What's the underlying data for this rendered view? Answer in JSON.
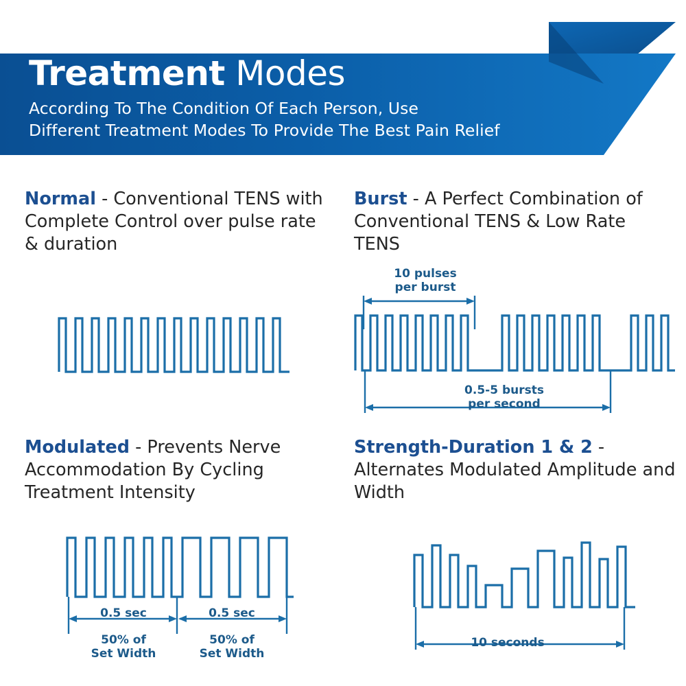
{
  "header": {
    "title_bold": "Treatment",
    "title_light": "Modes",
    "subtitle_line1": "According To The Condition Of Each Person, Use",
    "subtitle_line2": "Different Treatment Modes To Provide The Best Pain Relief",
    "accent_color": "#0c5fae",
    "accent_dark": "#0b4f91",
    "accent_light": "#1a78c8"
  },
  "modes": [
    {
      "name": "Normal",
      "description": " - Conventional TENS with Complete Control over pulse rate & duration",
      "wave_label": "normal-square-wave"
    },
    {
      "name": "Burst",
      "description": " - A Perfect Combination of Conventional TENS & Low Rate TENS",
      "wave_label": "burst-square-wave",
      "annotations": {
        "top_line1": "10 pulses",
        "top_line2": "per burst",
        "bottom_line1": "0.5-5 bursts",
        "bottom_line2": "per second"
      }
    },
    {
      "name": "Modulated",
      "description": " - Prevents Nerve Accommodation By Cycling Treatment Intensity",
      "wave_label": "modulated-square-wave",
      "annotations": {
        "left_time": "0.5 sec",
        "right_time": "0.5 sec",
        "left_line1": "50% of",
        "left_line2": "Set Width",
        "right_line1": "50% of",
        "right_line2": "Set Width"
      }
    },
    {
      "name": "Strength-Duration 1 & 2",
      "description": " - Alternates Modulated Amplitude and Width",
      "wave_label": "strength-duration-wave",
      "annotations": {
        "duration": "10 seconds"
      }
    }
  ],
  "colors": {
    "wave_stroke": "#1b6ea8",
    "heading_blue": "#1c4f91",
    "label_blue": "#1c5a8a",
    "body_text": "#262626"
  }
}
